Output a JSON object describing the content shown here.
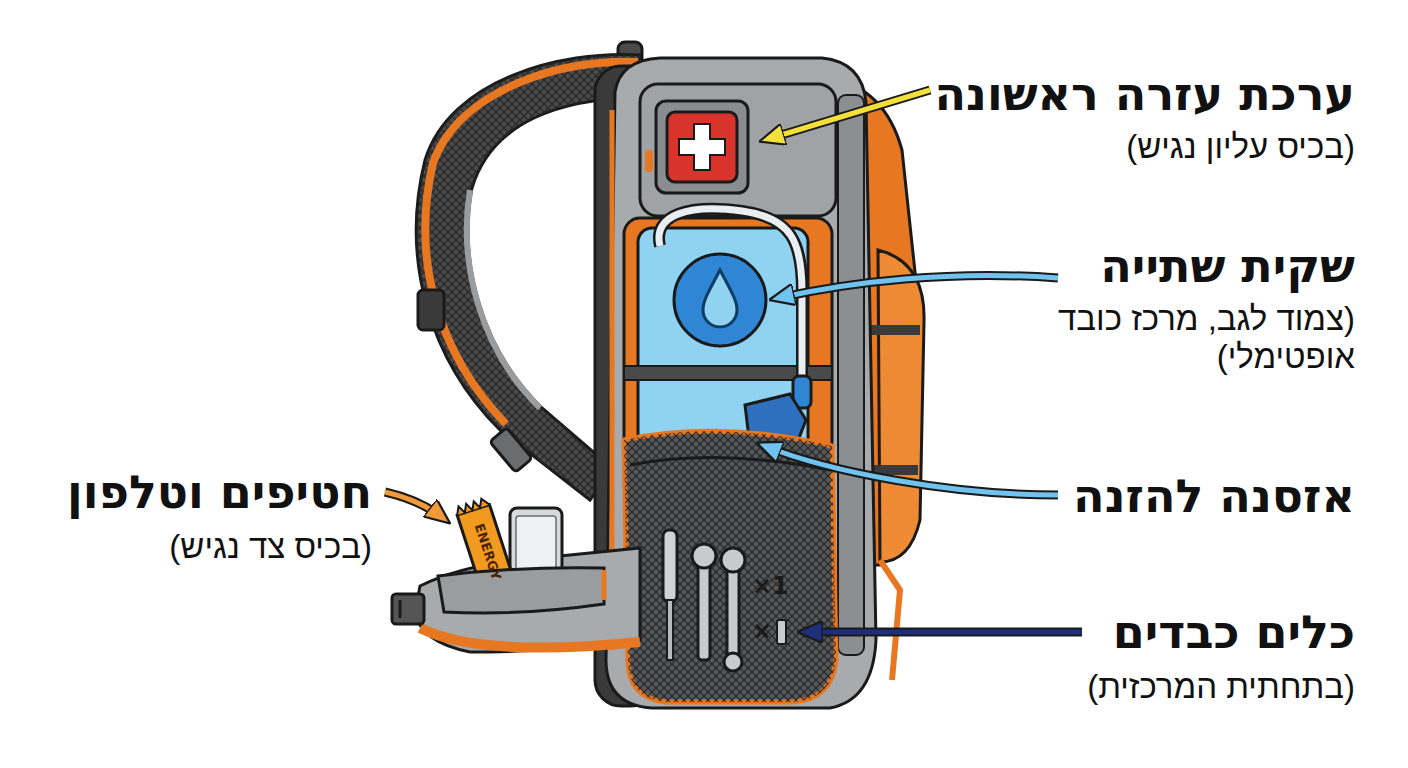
{
  "diagram": {
    "labels": [
      "ערכת עזרה ראשונה",
      "(בכיס עליון נגיש)",
      "שקית שתייה",
      "(צמוד לגב, מרכז כובד אופטימלי)",
      "חטיפים וטלפון",
      "(בכיס צד נגיש)",
      "אזסנה להזנה",
      "כלים כבדים",
      "(בתחתית המרכזית)",
      "ENERGY",
      "×1",
      "×"
    ]
  }
}
